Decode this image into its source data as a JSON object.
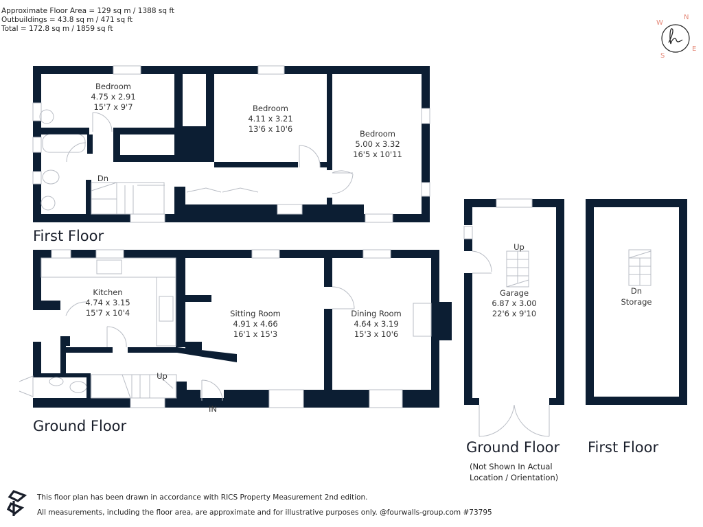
{
  "area_summary": {
    "floor_area": "Approximate Floor Area = 129 sq m / 1388 sq ft",
    "outbuildings": "Outbuildings = 43.8 sq m / 471 sq ft",
    "total": "Total = 172.8 sq m / 1859 sq ft"
  },
  "compass": {
    "n": "N",
    "e": "E",
    "s": "S",
    "w": "W"
  },
  "colors": {
    "wall": "#0c1e33",
    "compass_accent": "#e58a7a",
    "fixture": "#b8bcc4"
  },
  "main_house": {
    "first_floor": {
      "label": "First Floor",
      "rooms": [
        {
          "name": "Bedroom",
          "metric": "4.75 x 2.91",
          "imperial": "15'7 x 9'7"
        },
        {
          "name": "Bedroom",
          "metric": "4.11 x 3.21",
          "imperial": "13'6 x 10'6"
        },
        {
          "name": "Bedroom",
          "metric": "5.00 x 3.32",
          "imperial": "16'5 x 10'11"
        }
      ],
      "stairs_label": "Dn"
    },
    "ground_floor": {
      "label": "Ground Floor",
      "rooms": [
        {
          "name": "Kitchen",
          "metric": "4.74 x 3.15",
          "imperial": "15'7 x 10'4"
        },
        {
          "name": "Sitting Room",
          "metric": "4.91 x 4.66",
          "imperial": "16'1 x 15'3"
        },
        {
          "name": "Dining Room",
          "metric": "4.64 x 3.19",
          "imperial": "15'3 x 10'6"
        }
      ],
      "stairs_label": "Up",
      "entrance_label": "IN"
    }
  },
  "outbuilding": {
    "ground_floor": {
      "label": "Ground Floor",
      "note_line1": "(Not Shown In Actual",
      "note_line2": "Location / Orientation)",
      "rooms": [
        {
          "name": "Garage",
          "metric": "6.87 x 3.00",
          "imperial": "22'6 x 9'10"
        }
      ],
      "stairs_label": "Up"
    },
    "first_floor": {
      "label": "First Floor",
      "rooms": [
        {
          "name": "Storage"
        }
      ],
      "stairs_label": "Dn"
    }
  },
  "footer": {
    "line1": "This floor plan has been drawn in accordance with RICS Property Measurement 2nd edition.",
    "line2": "All measurements, including the floor area, are approximate and for illustrative purposes only. @fourwalls-group.com #73795"
  }
}
